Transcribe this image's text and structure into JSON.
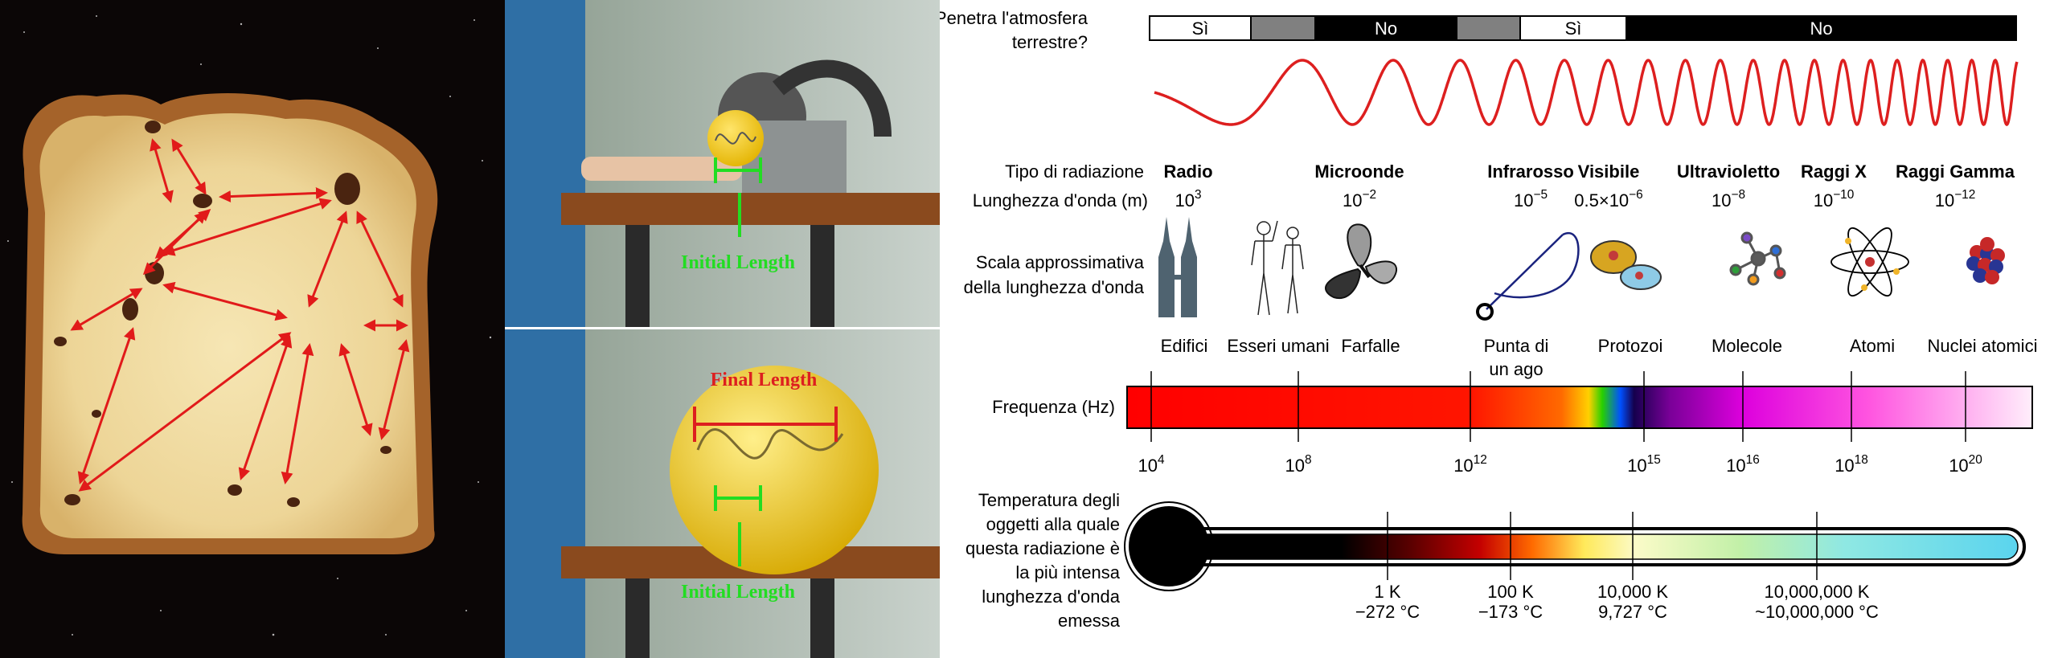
{
  "balloon_panel": {
    "top_label": "Initial Length",
    "bottom_final_label": "Final Length",
    "bottom_initial_label": "Initial Length",
    "label_colors": {
      "initial": "#22dd22",
      "final": "#dd1f1f"
    }
  },
  "spectrum": {
    "penetration_label_1": "Penetra l'atmosfera",
    "penetration_label_2": "terrestre?",
    "penetration_bar": [
      {
        "text": "Sì",
        "fill": "#ffffff",
        "color": "#000000"
      },
      {
        "text": "",
        "fill": "#808080",
        "color": "#000000"
      },
      {
        "text": "No",
        "fill": "#000000",
        "color": "#ffffff"
      },
      {
        "text": "",
        "fill": "#808080",
        "color": "#000000"
      },
      {
        "text": "Sì",
        "fill": "#ffffff",
        "color": "#000000"
      },
      {
        "text": "No",
        "fill": "#000000",
        "color": "#ffffff"
      }
    ],
    "row_labels": {
      "radiation_type": "Tipo di radiazione",
      "wavelength": "Lunghezza d'onda (m)",
      "scale_1": "Scala approssimativa",
      "scale_2": "della lunghezza d'onda",
      "frequency": "Frequenza (Hz)",
      "temperature": [
        "Temperatura degli",
        "oggetti alla quale",
        "questa radiazione è",
        "la più intensa",
        "lunghezza d'onda",
        "emessa"
      ]
    },
    "radiation_types": [
      {
        "name": "Radio",
        "wavelength_base": "10",
        "wavelength_exp": "3"
      },
      {
        "name": "Microonde",
        "wavelength_base": "10",
        "wavelength_exp": "−2"
      },
      {
        "name": "Infrarosso",
        "wavelength_base": "10",
        "wavelength_exp": "−5"
      },
      {
        "name": "Visibile",
        "wavelength_base": "0.5×10",
        "wavelength_exp": "−6"
      },
      {
        "name": "Ultravioletto",
        "wavelength_base": "10",
        "wavelength_exp": "−8"
      },
      {
        "name": "Raggi X",
        "wavelength_base": "10",
        "wavelength_exp": "−10"
      },
      {
        "name": "Raggi Gamma",
        "wavelength_base": "10",
        "wavelength_exp": "−12"
      }
    ],
    "scale_objects": [
      {
        "label_1": "Edifici",
        "label_2": "",
        "icon": "towers-icon"
      },
      {
        "label_1": "Esseri umani",
        "label_2": "",
        "icon": "humans-icon"
      },
      {
        "label_1": "Farfalle",
        "label_2": "",
        "icon": "butterfly-icon"
      },
      {
        "label_1": "Punta di",
        "label_2": "un ago",
        "icon": "needle-icon"
      },
      {
        "label_1": "Protozoi",
        "label_2": "",
        "icon": "protozoa-icon"
      },
      {
        "label_1": "Molecole",
        "label_2": "",
        "icon": "molecule-icon"
      },
      {
        "label_1": "Atomi",
        "label_2": "",
        "icon": "atom-icon"
      },
      {
        "label_1": "Nuclei atomici",
        "label_2": "",
        "icon": "nucleus-icon"
      }
    ],
    "frequency_ticks": [
      {
        "base": "10",
        "exp": "4"
      },
      {
        "base": "10",
        "exp": "8"
      },
      {
        "base": "10",
        "exp": "12"
      },
      {
        "base": "10",
        "exp": "15"
      },
      {
        "base": "10",
        "exp": "16"
      },
      {
        "base": "10",
        "exp": "18"
      },
      {
        "base": "10",
        "exp": "20"
      }
    ],
    "temperature_ticks": [
      {
        "kelvin": "1 K",
        "celsius": "−272 °C"
      },
      {
        "kelvin": "100 K",
        "celsius": "−173 °C"
      },
      {
        "kelvin": "10,000 K",
        "celsius": "9,727 °C"
      },
      {
        "kelvin": "10,000,000 K",
        "celsius": "~10,000,000 °C"
      }
    ],
    "wave_color": "#dd1f1f"
  }
}
